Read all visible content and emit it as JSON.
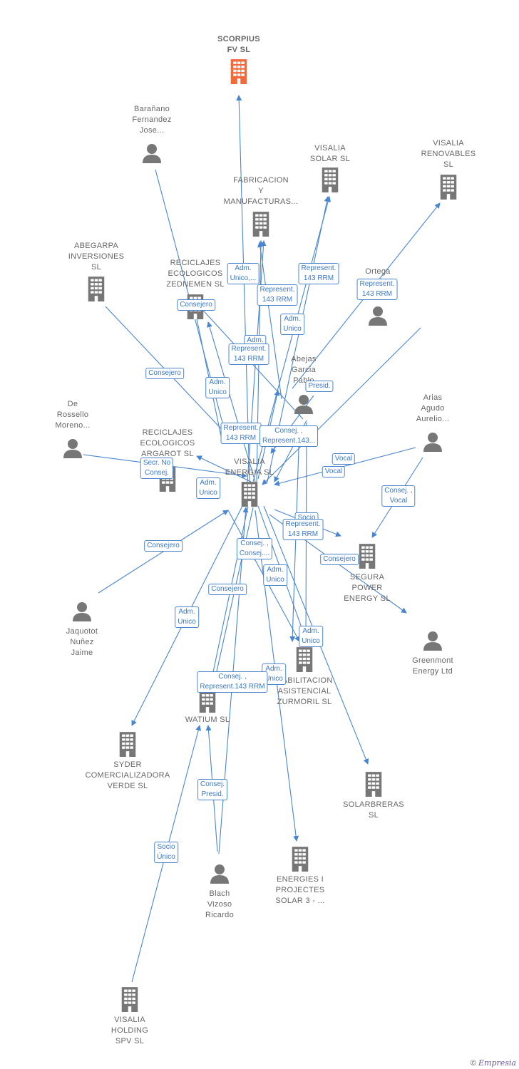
{
  "colors": {
    "edge": "#4a86d0",
    "building": "#777777",
    "building_main": "#f26a3a",
    "person": "#777777",
    "label": "#666666"
  },
  "nodes": [
    {
      "id": "scorpius",
      "type": "building",
      "main": true,
      "lines": [
        "SCORPIUS",
        "FV  SL"
      ]
    },
    {
      "id": "baranano",
      "type": "person",
      "lines": [
        "Barañano",
        "Fernandez",
        "Jose..."
      ]
    },
    {
      "id": "visalia_solar",
      "type": "building",
      "lines": [
        "VISALIA",
        "SOLAR  SL"
      ]
    },
    {
      "id": "visalia_renovables",
      "type": "building",
      "lines": [
        "VISALIA",
        "RENOVABLES",
        "SL"
      ]
    },
    {
      "id": "fabricacion",
      "type": "building",
      "lines": [
        "FABRICACION",
        "Y",
        "MANUFACTURAS..."
      ]
    },
    {
      "id": "abegarpa",
      "type": "building",
      "lines": [
        "ABEGARPA",
        "INVERSIONES",
        "SL"
      ]
    },
    {
      "id": "zednemen",
      "type": "building",
      "lines": [
        "RECICLAJES",
        "ECOLOGICOS",
        "ZEDNEMEN  SL"
      ]
    },
    {
      "id": "ortega",
      "type": "person",
      "lines": [
        "Ortega"
      ]
    },
    {
      "id": "abejas",
      "type": "person",
      "lines": [
        "Abejas",
        "Garcia",
        "Pablo"
      ]
    },
    {
      "id": "de_rossello",
      "type": "person",
      "lines": [
        "De",
        "Rossello",
        "Moreno..."
      ]
    },
    {
      "id": "argarot",
      "type": "building",
      "lines": [
        "RECICLAJES",
        "ECOLOGICOS",
        "ARGAROT  SL"
      ]
    },
    {
      "id": "arias",
      "type": "person",
      "lines": [
        "Arias",
        "Agudo",
        "Aurelio..."
      ]
    },
    {
      "id": "visalia_energia",
      "type": "building",
      "lines": [
        "VISALIA",
        "ENERGIA  SL"
      ]
    },
    {
      "id": "segura",
      "type": "building",
      "lines": [
        "SEGURA",
        "POWER",
        "ENERGY  SL"
      ]
    },
    {
      "id": "jaquotot",
      "type": "person",
      "lines": [
        "Jaquotot",
        "Nuñez",
        "Jaime"
      ]
    },
    {
      "id": "greenmont",
      "type": "person",
      "lines": [
        "Greenmont",
        "Energy Ltd"
      ]
    },
    {
      "id": "zurmoril",
      "type": "building",
      "lines": [
        "HABILITACION",
        "ASISTENCIAL",
        "ZURMORIL  SL"
      ]
    },
    {
      "id": "watium",
      "type": "building",
      "lines": [
        "WATIUM SL"
      ]
    },
    {
      "id": "syder",
      "type": "building",
      "lines": [
        "SYDER",
        "COMERCIALIZADORA",
        "VERDE SL"
      ]
    },
    {
      "id": "solarbreras",
      "type": "building",
      "lines": [
        "SOLARBRERAS",
        "SL"
      ]
    },
    {
      "id": "blach",
      "type": "person",
      "lines": [
        "Blach",
        "Vizoso",
        "Ricardo"
      ]
    },
    {
      "id": "energies",
      "type": "building",
      "lines": [
        "ENERGIES I",
        "PROJECTES",
        "SOLAR 3 - ..."
      ]
    },
    {
      "id": "visalia_holding",
      "type": "building",
      "lines": [
        "VISALIA",
        "HOLDING",
        "SPV  SL"
      ]
    }
  ],
  "edge_labels": [
    {
      "id": "e1",
      "lines": [
        "Adm.",
        "Unico,..."
      ]
    },
    {
      "id": "e2",
      "lines": [
        "Represent.",
        "143 RRM"
      ]
    },
    {
      "id": "e3",
      "lines": [
        "Represent.",
        "143 RRM"
      ]
    },
    {
      "id": "e4",
      "lines": [
        "Represent.",
        "143 RRM"
      ]
    },
    {
      "id": "e5",
      "lines": [
        "Consejero"
      ]
    },
    {
      "id": "e6",
      "lines": [
        "Adm.",
        "Unico"
      ]
    },
    {
      "id": "e7",
      "lines": [
        "Adm."
      ]
    },
    {
      "id": "e8",
      "lines": [
        "Represent.",
        "143 RRM"
      ]
    },
    {
      "id": "e9",
      "lines": [
        "Consejero"
      ]
    },
    {
      "id": "e10",
      "lines": [
        "Adm.",
        "Unico"
      ]
    },
    {
      "id": "e11",
      "lines": [
        "Presid."
      ]
    },
    {
      "id": "e12",
      "lines": [
        "Represent.",
        "143 RRM"
      ]
    },
    {
      "id": "e13",
      "lines": [
        "Consej. ,",
        "Represent.143..."
      ]
    },
    {
      "id": "e14",
      "lines": [
        "Secr.  No",
        "Consej."
      ]
    },
    {
      "id": "e15",
      "lines": [
        "Adm.",
        "Unico"
      ]
    },
    {
      "id": "e16",
      "lines": [
        "Vocal"
      ]
    },
    {
      "id": "e17",
      "lines": [
        "Vocal"
      ]
    },
    {
      "id": "e18",
      "lines": [
        "Consej. ,",
        "Vocal"
      ]
    },
    {
      "id": "e19",
      "lines": [
        "Consejero"
      ]
    },
    {
      "id": "e20",
      "lines": [
        "Socio"
      ]
    },
    {
      "id": "e21",
      "lines": [
        "Represent.",
        "143 RRM"
      ]
    },
    {
      "id": "e22",
      "lines": [
        "Consej. ,",
        "Consej...."
      ]
    },
    {
      "id": "e23",
      "lines": [
        "Consejero"
      ]
    },
    {
      "id": "e24",
      "lines": [
        "Adm.",
        "Unico"
      ]
    },
    {
      "id": "e25",
      "lines": [
        "Consejero"
      ]
    },
    {
      "id": "e26",
      "lines": [
        "Adm.",
        "Unico"
      ]
    },
    {
      "id": "e27",
      "lines": [
        "Adm.",
        "Unico"
      ]
    },
    {
      "id": "e28",
      "lines": [
        "Adm.",
        "Unico"
      ]
    },
    {
      "id": "e29",
      "lines": [
        "Consej. ,",
        "Represent.143 RRM"
      ]
    },
    {
      "id": "e30",
      "lines": [
        "Consej.",
        "Presid."
      ]
    },
    {
      "id": "e31",
      "lines": [
        "Socio",
        "Único"
      ]
    }
  ],
  "brand": {
    "copyright": "©",
    "name": "mpresia",
    "initial": "E"
  }
}
